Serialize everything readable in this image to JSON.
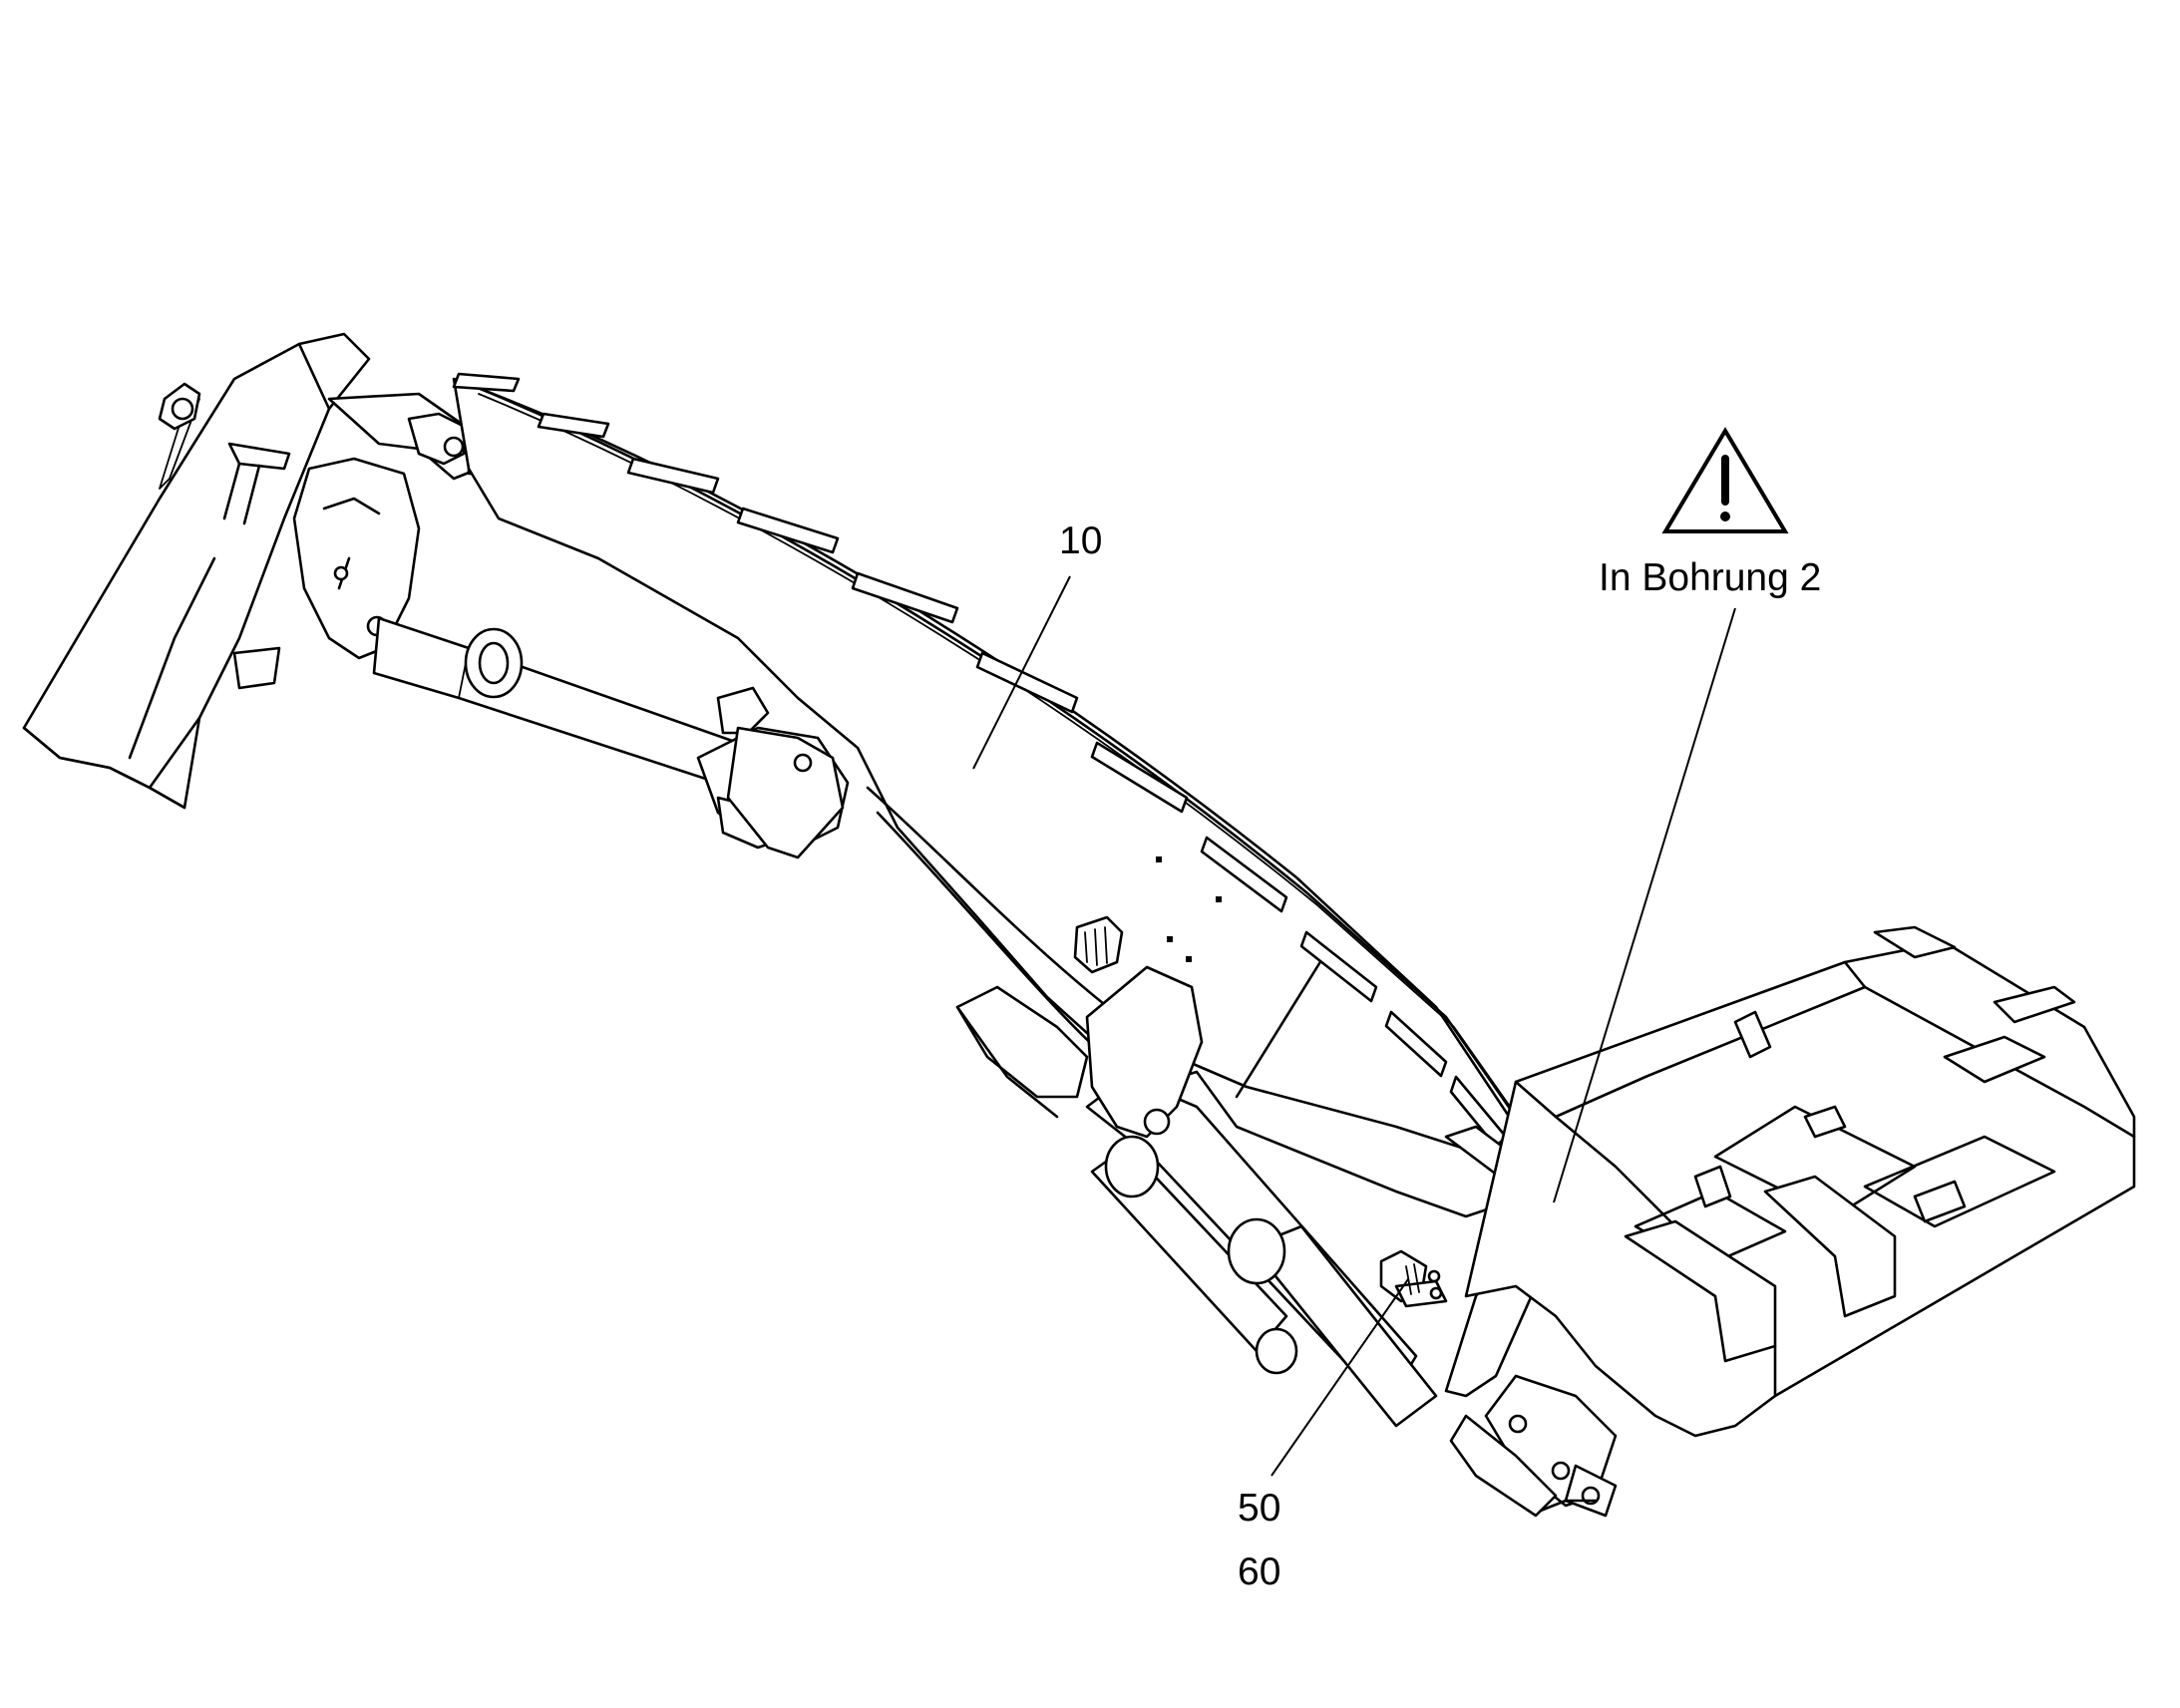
{
  "callouts": {
    "part_10": "10",
    "part_50": "50",
    "part_60": "60",
    "note": "In Bohrung 2"
  },
  "icons": {
    "warning": "warning-triangle-icon"
  }
}
